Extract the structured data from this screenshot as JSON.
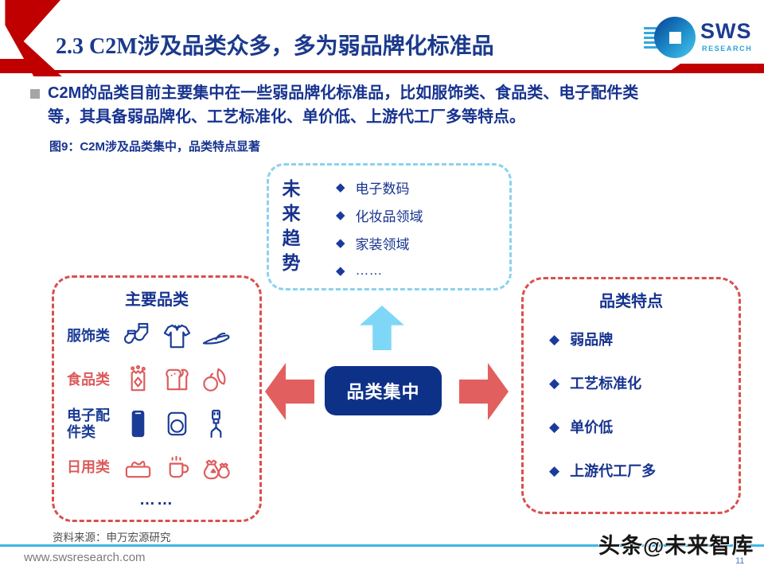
{
  "header": {
    "title": "2.3 C2M涉及品类众多，多为弱品牌化标准品",
    "logo_text": "SWS",
    "logo_subtext": "RESEARCH"
  },
  "intro": {
    "paragraph": "C2M的品类目前主要集中在一些弱品牌化标准品，比如服饰类、食品类、电子配件类等，其具备弱品牌化、工艺标准化、单价低、上游代工厂多等特点。",
    "figure_caption": "图9：C2M涉及品类集中，品类特点显著"
  },
  "diagram": {
    "center_label": "品类集中",
    "bullet_glyph": "◆",
    "future_box": {
      "label": "未来趋势",
      "items": [
        "电子数码",
        "化妆品领域",
        "家装领域",
        "……"
      ]
    },
    "categories_box": {
      "title": "主要品类",
      "rows": [
        {
          "label": "服饰类",
          "tone": "blue",
          "icons": [
            "socks-icon",
            "shirt-icon",
            "slipper-icon"
          ]
        },
        {
          "label": "食品类",
          "tone": "red",
          "icons": [
            "snack-bag-icon",
            "bread-icon",
            "fruits-icon"
          ]
        },
        {
          "label": "电子配件类",
          "tone": "blue",
          "icons": [
            "phone-icon",
            "ring-holder-icon",
            "usb-cable-icon"
          ]
        },
        {
          "label": "日用类",
          "tone": "red",
          "icons": [
            "tissue-box-icon",
            "mug-icon",
            "trash-bags-icon"
          ]
        }
      ],
      "ellipsis": "……"
    },
    "features_box": {
      "title": "品类特点",
      "items": [
        "弱品牌",
        "工艺标准化",
        "单价低",
        "上游代工厂多"
      ]
    }
  },
  "footer": {
    "source": "资料来源：申万宏源研究",
    "website": "www.swsresearch.com",
    "watermark": "头条@未来智库",
    "page_number": "11"
  },
  "colors": {
    "navy_text": "#17338F",
    "header_red": "#C00000",
    "dashed_red": "#D94F4F",
    "arrow_red": "#E25F5F",
    "sky_arrow": "#7ED7F6",
    "dashed_blue": "#8BD2EE",
    "center_navy": "#0E3188",
    "footer_cyan": "#3FB6E4"
  }
}
